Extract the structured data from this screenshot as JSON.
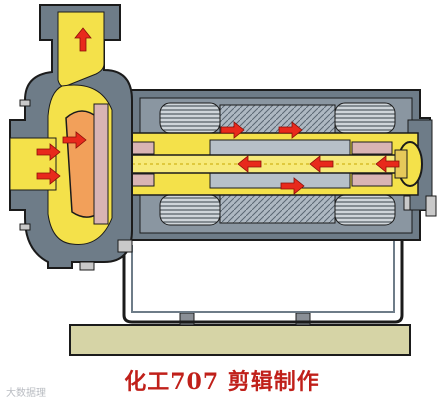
{
  "caption": "化工707 剪辑制作",
  "watermark": "大数据理",
  "colors": {
    "casing": "#6e7c88",
    "casing_light": "#aeb8c2",
    "fluid": "#f4e14a",
    "arrow": "#e8291c",
    "outline": "#1b1b1b",
    "base": "#d6d4a6"
  },
  "arrows": [
    {
      "dir": "up"
    },
    {
      "dir": "right"
    },
    {
      "dir": "right"
    },
    {
      "dir": "right"
    },
    {
      "dir": "left"
    },
    {
      "dir": "left"
    },
    {
      "dir": "left"
    },
    {
      "dir": "right"
    },
    {
      "dir": "right"
    },
    {
      "dir": "right"
    }
  ]
}
